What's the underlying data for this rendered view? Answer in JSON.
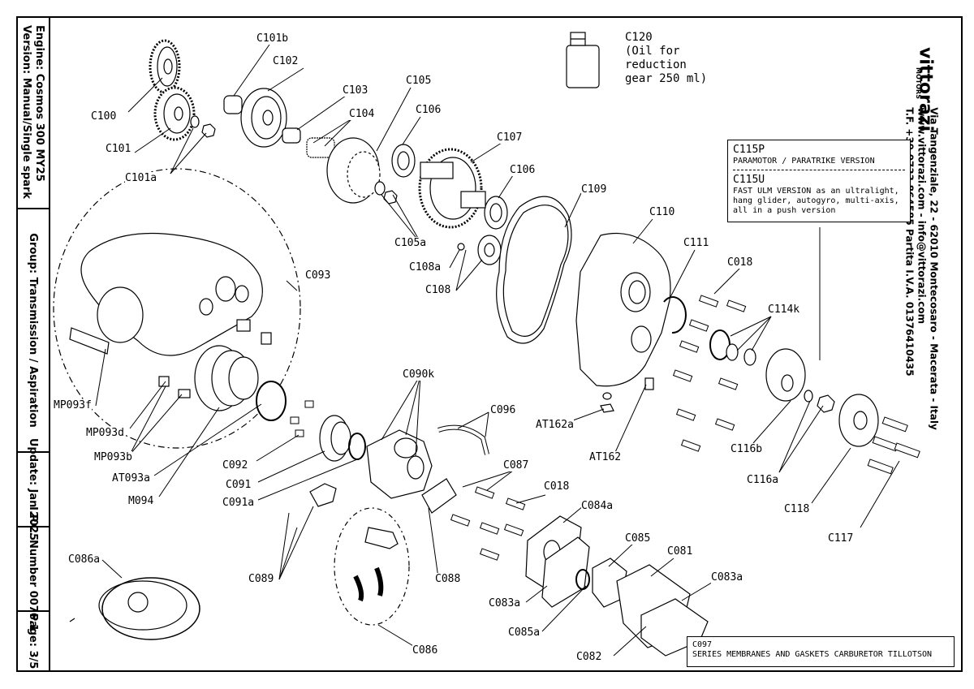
{
  "title_block": {
    "engine": "Engine: Cosmos 300 MY25",
    "version": "Version: Manual/Single spark",
    "group": "Group: Transmission / Aspiration",
    "update": "Update: Jan 2025",
    "ipc_number": "I.P.C. Number 0076.1",
    "page": "Page: 3/5"
  },
  "company": {
    "brand": "vittorazi",
    "sub": "MOTORS",
    "address_line1": "Via Tangenziale, 22 - 62010 Montecosaro - Macerata - Italy",
    "address_line2": "www.vittorazi.com - info@vittorazi.com",
    "address_line3": "T.F. +39.0733.864585 Partita I.V.A. 01376410435"
  },
  "oil_note": "C120\n(Oil for\nreduction\ngear 250 ml)",
  "notes": {
    "c115p_code": "C115P",
    "c115p_desc": "PARAMOTOR / PARATRIKE VERSION",
    "c115u_code": "C115U",
    "c115u_desc1": "FAST ULM VERSION as an ultralight,",
    "c115u_desc2": "hang glider, autogyro, multi-axis,",
    "c115u_desc3": "all in a push version",
    "c097_code": "C097",
    "c097_desc": "SERIES MEMBRANES AND GASKETS CARBURETOR TILLOTSON"
  },
  "callouts": {
    "c100": "C100",
    "c101": "C101",
    "c101a": "C101a",
    "c101b": "C101b",
    "c102": "C102",
    "c103": "C103",
    "c104": "C104",
    "c105": "C105",
    "c105a": "C105a",
    "c106a": "C106",
    "c106b": "C106",
    "c107": "C107",
    "c108": "C108",
    "c108a": "C108a",
    "c109": "C109",
    "c110": "C110",
    "c111": "C111",
    "c018a": "C018",
    "c114k": "C114k",
    "c116b": "C116b",
    "c116a": "C116a",
    "c118": "C118",
    "c117": "C117",
    "c093": "C093",
    "mp093f": "MP093f",
    "mp093d": "MP093d",
    "mp093b": "MP093b",
    "at093a": "AT093a",
    "m094": "M094",
    "c092": "C092",
    "c091": "C091",
    "c091a": "C091a",
    "c090k": "C090k",
    "c096": "C096",
    "at162a": "AT162a",
    "at162": "AT162",
    "c087": "C087",
    "c018b": "C018",
    "c084a": "C084a",
    "c085": "C085",
    "c081": "C081",
    "c083a_r": "C083a",
    "c083a_l": "C083a",
    "c085a": "C085a",
    "c082": "C082",
    "c088": "C088",
    "c089": "C089",
    "c086": "C086",
    "c086a": "C086a"
  }
}
